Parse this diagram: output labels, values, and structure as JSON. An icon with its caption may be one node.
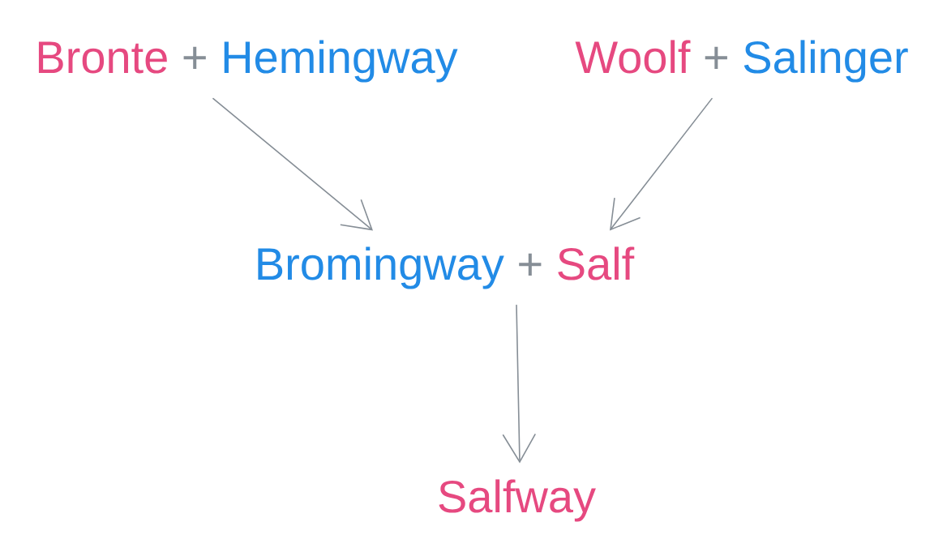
{
  "diagram": {
    "nodes": [
      {
        "text": [
          "Bronte",
          "+",
          "Hemingway"
        ]
      },
      {
        "text": [
          "Woolf",
          "+",
          "Salinger"
        ]
      },
      {
        "text": [
          "Bromingway",
          "+",
          "Salf"
        ]
      },
      {
        "text": [
          "Salfway"
        ]
      }
    ],
    "edges": [
      {
        "from": 0,
        "to": 2,
        "arrow": "to"
      },
      {
        "from": 1,
        "to": 2,
        "arrow": "to"
      },
      {
        "from": 2,
        "to": 3,
        "arrow": "to"
      }
    ]
  }
}
